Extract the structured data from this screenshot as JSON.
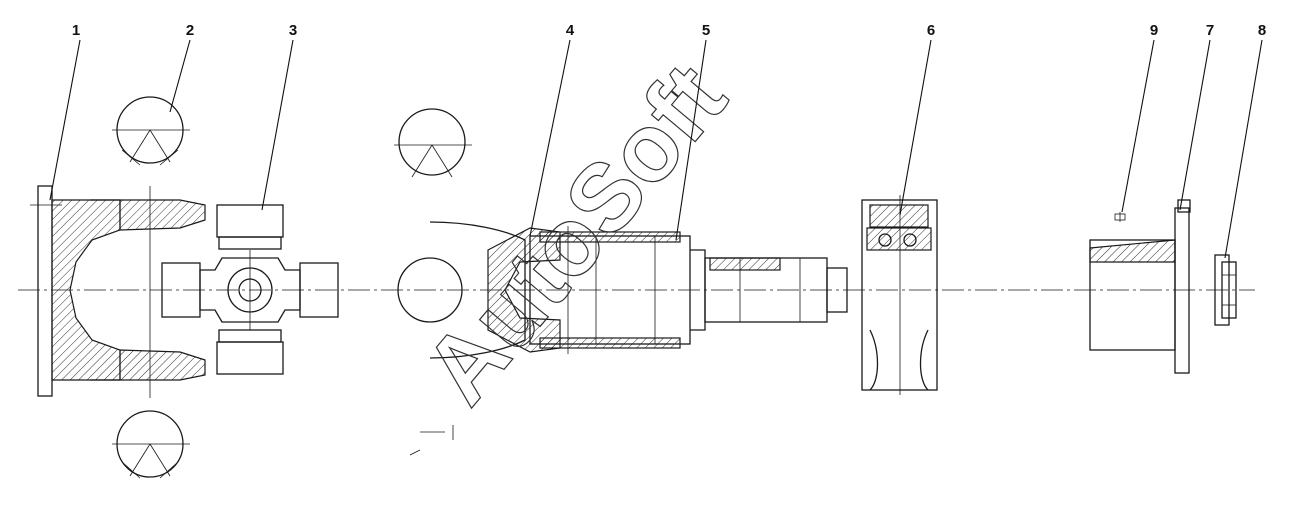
{
  "callouts": [
    {
      "id": "1",
      "label": "1"
    },
    {
      "id": "2",
      "label": "2"
    },
    {
      "id": "3",
      "label": "3"
    },
    {
      "id": "4",
      "label": "4"
    },
    {
      "id": "5",
      "label": "5"
    },
    {
      "id": "6",
      "label": "6"
    },
    {
      "id": "9",
      "label": "9"
    },
    {
      "id": "7",
      "label": "7"
    },
    {
      "id": "8",
      "label": "8"
    }
  ],
  "watermark": "AutoSoft"
}
